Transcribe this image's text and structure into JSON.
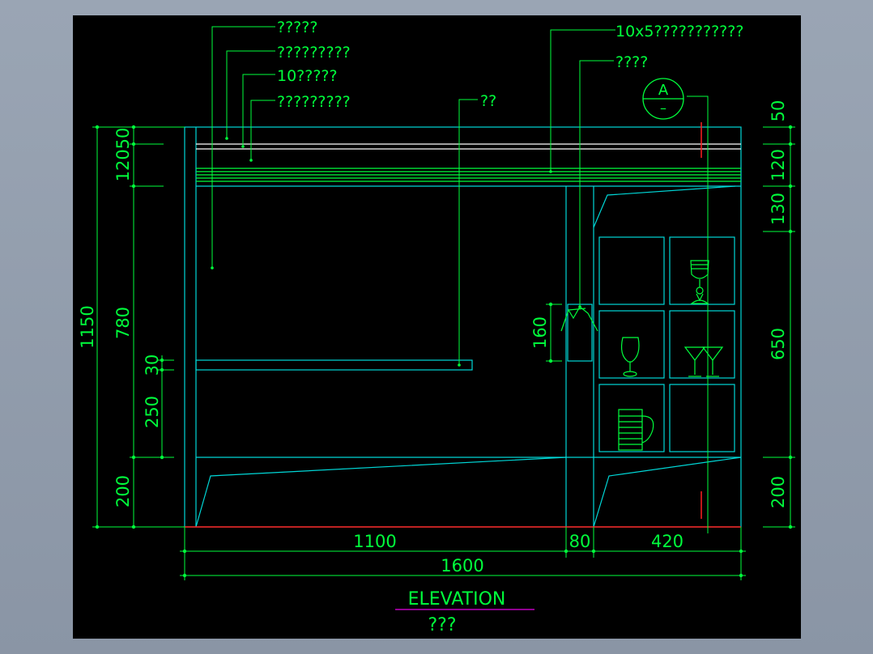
{
  "colors": {
    "dimension": "#00ff3c",
    "outline": "#00d7d7",
    "white": "#ffffff",
    "marker": "#ff2020",
    "underline": "#c000c0"
  },
  "leaders": {
    "l1": "?????",
    "l2": "?????????",
    "l3": "10?????",
    "l4": "?????????",
    "l5": "??",
    "l6": "10x5???????????",
    "l7": "????"
  },
  "section_mark": {
    "letter": "A",
    "sub": "–"
  },
  "dims_left": {
    "total": "1150",
    "d12050": "12050",
    "d780": "780",
    "d30": "30",
    "d250": "250",
    "d200": "200",
    "d160": "160"
  },
  "dims_right": {
    "d50": "50",
    "d120": "120",
    "d130": "130",
    "d650": "650",
    "d200": "200"
  },
  "dims_bottom": {
    "d1100": "1100",
    "d80": "80",
    "d420": "420",
    "d1600": "1600"
  },
  "title": {
    "main": "ELEVATION",
    "sub": "???"
  }
}
